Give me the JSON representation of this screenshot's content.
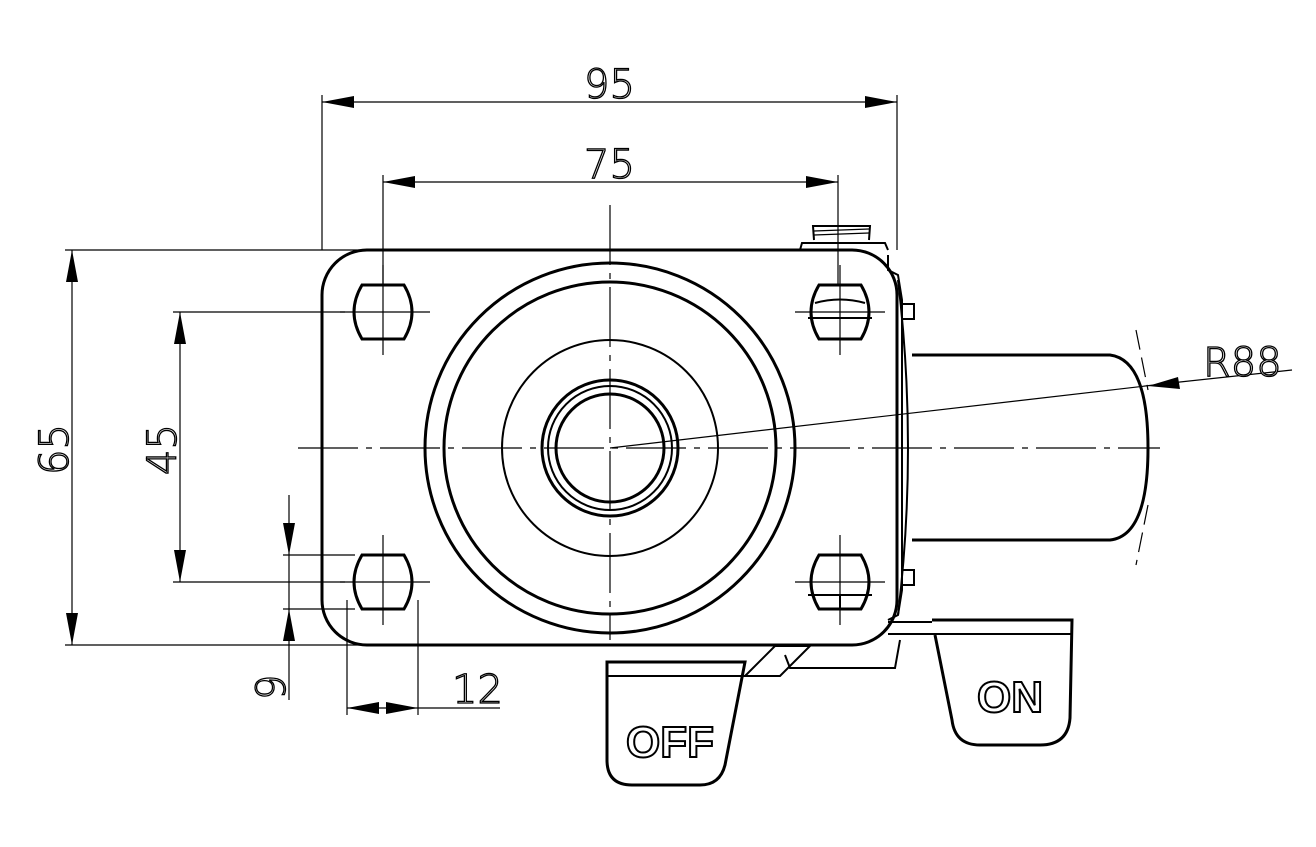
{
  "drawing": {
    "title": "Swivel caster with total brake - top view",
    "dimensions": {
      "overall_width": "95",
      "hole_spacing_width": "75",
      "overall_length": "65",
      "hole_spacing_length": "45",
      "slot_width": "9",
      "slot_length": "12",
      "swivel_radius": "R88"
    },
    "pedals": {
      "off_label": "OFF",
      "on_label": "ON"
    }
  }
}
